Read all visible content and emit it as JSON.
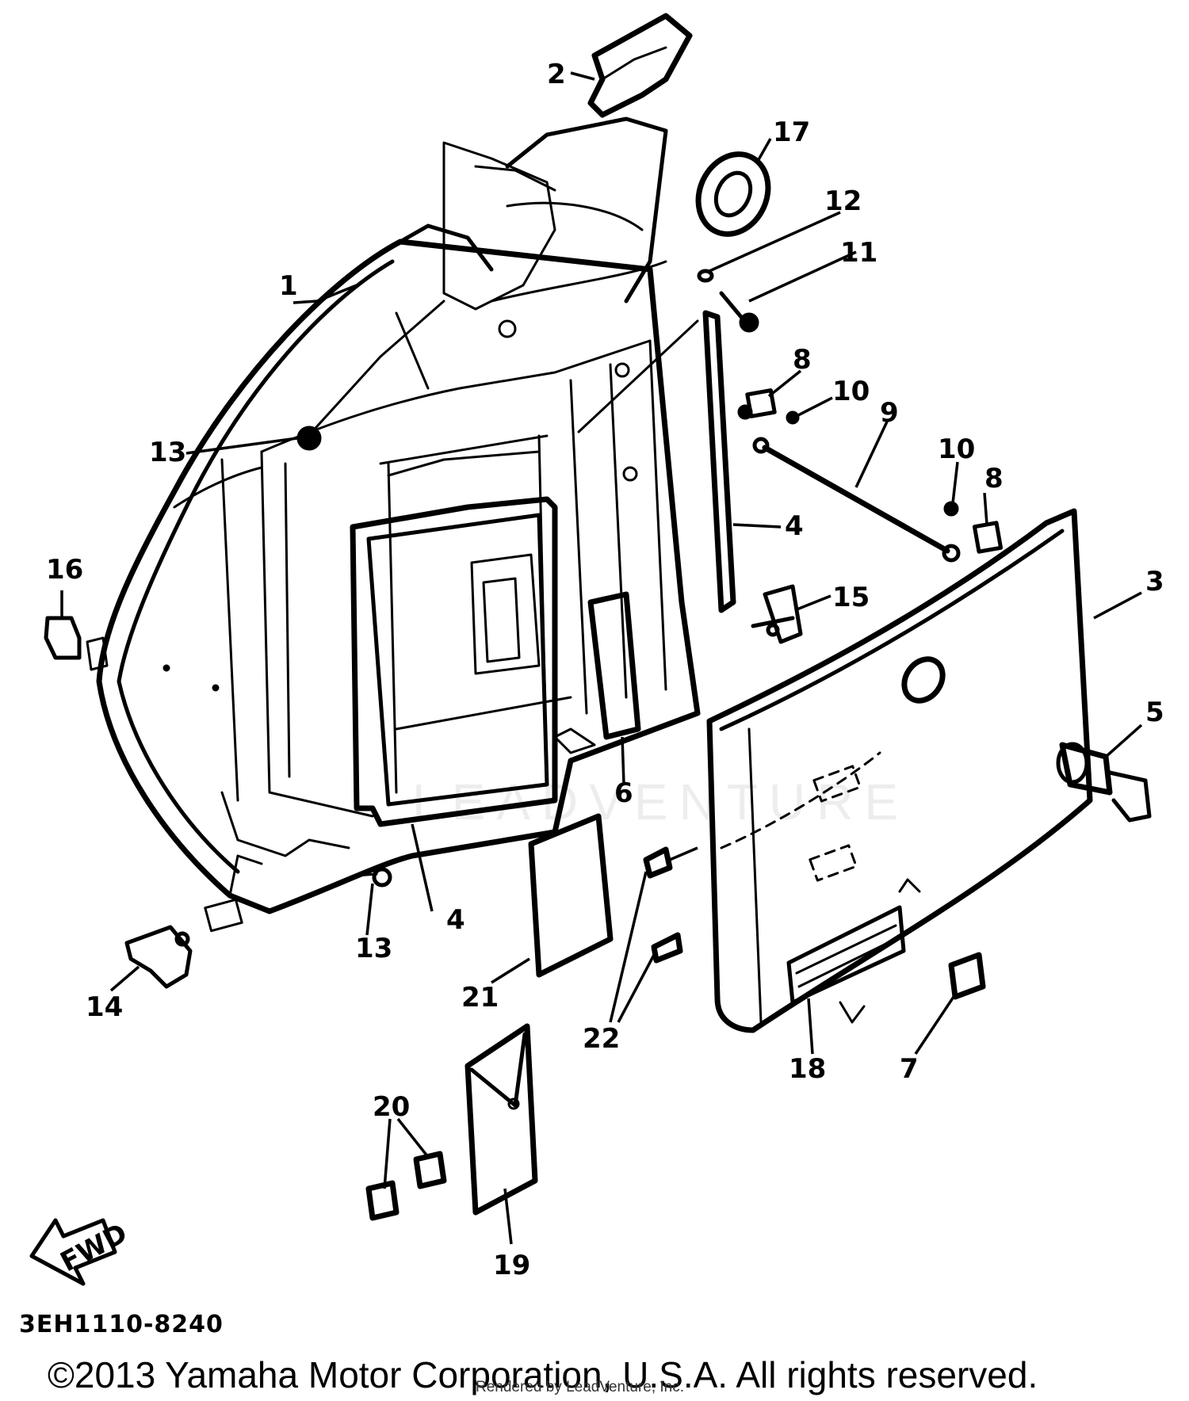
{
  "diagram": {
    "callouts": [
      "1",
      "2",
      "3",
      "4",
      "4",
      "5",
      "6",
      "7",
      "8",
      "8",
      "9",
      "10",
      "10",
      "11",
      "12",
      "13",
      "13",
      "14",
      "15",
      "16",
      "17",
      "18",
      "19",
      "20",
      "21",
      "22"
    ],
    "fwd_label": "FWD",
    "drawing_code": "3EH1110-8240",
    "watermark": "LEADVENTURE",
    "copyright": "©2013 Yamaha Motor Corporation, U.S.A. All rights reserved.",
    "rendered_by": "Rendered by LeadVenture, Inc."
  }
}
